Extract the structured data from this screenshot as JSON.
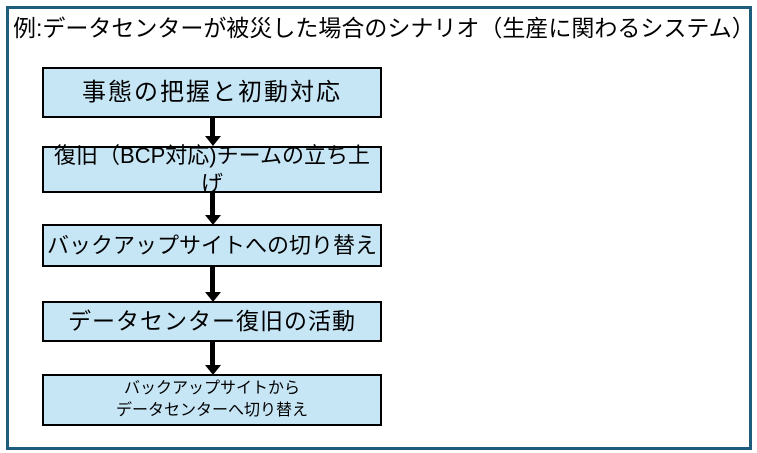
{
  "title": "例:データセンターが被災した場合のシナリオ（生産に関わるシステム）",
  "flowchart": {
    "steps": [
      {
        "label": "事態の把握と初動対応"
      },
      {
        "label": "復旧（BCP対応)チームの立ち上げ"
      },
      {
        "label": "バックアップサイトへの切り替え"
      },
      {
        "label": "データセンター復旧の活動"
      },
      {
        "label": "バックアップサイトから\nデータセンターへ切り替え"
      }
    ]
  },
  "colors": {
    "frame_border": "#1E5C7E",
    "box_fill": "#C6E6F5",
    "box_border": "#000000",
    "arrow": "#000000",
    "background": "#FFFFFF",
    "text": "#000000"
  }
}
